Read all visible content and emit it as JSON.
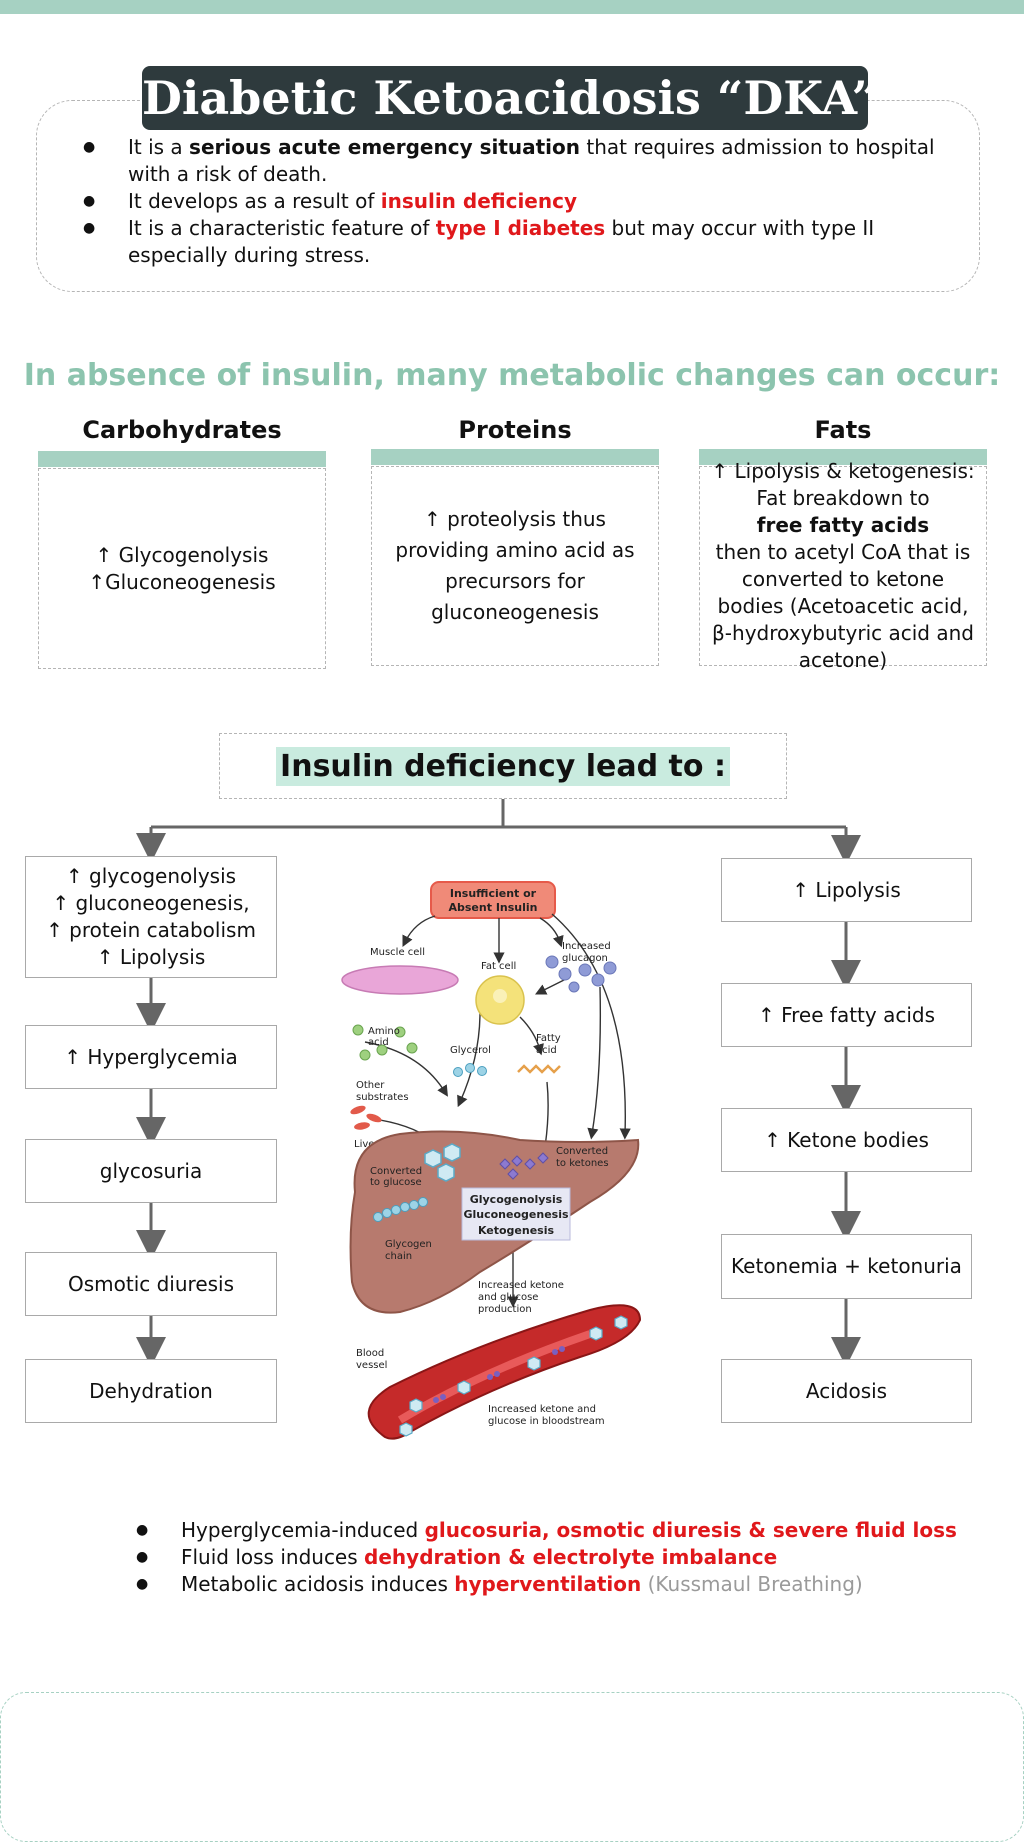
{
  "title": "Diabetic Ketoacidosis “DKA”",
  "intro": [
    {
      "parts": [
        {
          "t": "It is a ",
          "s": "normal"
        },
        {
          "t": "serious acute emergency situation",
          "s": "bold"
        },
        {
          "t": " that requires admission to hospital with a risk of death.",
          "s": "normal"
        }
      ]
    },
    {
      "parts": [
        {
          "t": "It develops as a result of ",
          "s": "normal"
        },
        {
          "t": "insulin deficiency",
          "s": "red"
        }
      ]
    },
    {
      "parts": [
        {
          "t": "It is a characteristic feature of ",
          "s": "normal"
        },
        {
          "t": "type I diabetes",
          "s": "red"
        },
        {
          "t": " but may occur with type II especially during stress.",
          "s": "normal"
        }
      ]
    }
  ],
  "metabolic_heading": "In absence of insulin, many metabolic changes can occur:",
  "columns": {
    "carbohydrates": {
      "title": "Carbohydrates",
      "lines": [
        "↑ Glycogenolysis",
        "↑Gluconeogenesis"
      ]
    },
    "proteins": {
      "title": "Proteins",
      "lines": [
        "↑ proteolysis thus",
        "providing amino acid as",
        "precursors for",
        "gluconeogenesis"
      ]
    },
    "fats": {
      "title": "Fats",
      "parts": [
        {
          "t": "↑ Lipolysis & ketogenesis: Fat breakdown to ",
          "s": "normal"
        },
        {
          "t": "free fatty acids",
          "s": "bold"
        },
        {
          "t": " then to acetyl CoA that is converted to ketone bodies (Acetoacetic acid, β-hydroxybutyric acid and acetone)",
          "s": "normal"
        }
      ]
    }
  },
  "insulin_heading": "Insulin deficiency lead to :",
  "left_flow": {
    "first": [
      "↑ glycogenolysis",
      "↑ gluconeogenesis,",
      "↑ protein catabolism",
      "↑ Lipolysis"
    ],
    "hyperglycemia": "↑ Hyperglycemia",
    "glycosuria": "glycosuria",
    "osmotic": "Osmotic diuresis",
    "dehydration": "Dehydration"
  },
  "right_flow": {
    "lipolysis": "↑ Lipolysis",
    "ffa": "↑ Free fatty acids",
    "ketone": "↑ Ketone bodies",
    "ketonemia": "Ketonemia + ketonuria",
    "acidosis": "Acidosis"
  },
  "diagram": {
    "insulin_label_1": "Insufficient or",
    "insulin_label_2": "Absent Insulin",
    "muscle": "Muscle cell",
    "fat": "Fat cell",
    "glucagon_1": "Increased",
    "glucagon_2": "glucagon",
    "amino_1": "Amino",
    "amino_2": "acid",
    "glycerol": "Glycerol",
    "fatty_1": "Fatty",
    "fatty_2": "acid",
    "other_1": "Other",
    "other_2": "substrates",
    "liver": "Liver",
    "conv_glucose_1": "Converted",
    "conv_glucose_2": "to glucose",
    "conv_ketones_1": "Converted",
    "conv_ketones_2": "to ketones",
    "process_1": "Glycogenolysis",
    "process_2": "Gluconeogenesis",
    "process_3": "Ketogenesis",
    "glycogen_1": "Glycogen",
    "glycogen_2": "chain",
    "production_1": "Increased ketone",
    "production_2": "and glucose",
    "production_3": "production",
    "vessel_1": "Blood",
    "vessel_2": "vessel",
    "stream_1": "Increased ketone and",
    "stream_2": "glucose in bloodstream"
  },
  "bottom": [
    {
      "parts": [
        {
          "t": "Hyperglycemia-induced ",
          "s": "normal"
        },
        {
          "t": "glucosuria, osmotic diuresis & severe fluid loss",
          "s": "red"
        }
      ]
    },
    {
      "parts": [
        {
          "t": "Fluid loss induces ",
          "s": "normal"
        },
        {
          "t": "dehydration & electrolyte imbalance",
          "s": "red"
        }
      ]
    },
    {
      "parts": [
        {
          "t": "Metabolic acidosis induces ",
          "s": "normal"
        },
        {
          "t": "hyperventilation",
          "s": "red"
        },
        {
          "t": " (Kussmaul Breathing)",
          "s": "grey"
        }
      ]
    }
  ],
  "colors": {
    "accent": "#a6d1c2",
    "heading": "#8cc4ae",
    "highlight": "#e0181b",
    "banner": "#2e3a3d"
  }
}
